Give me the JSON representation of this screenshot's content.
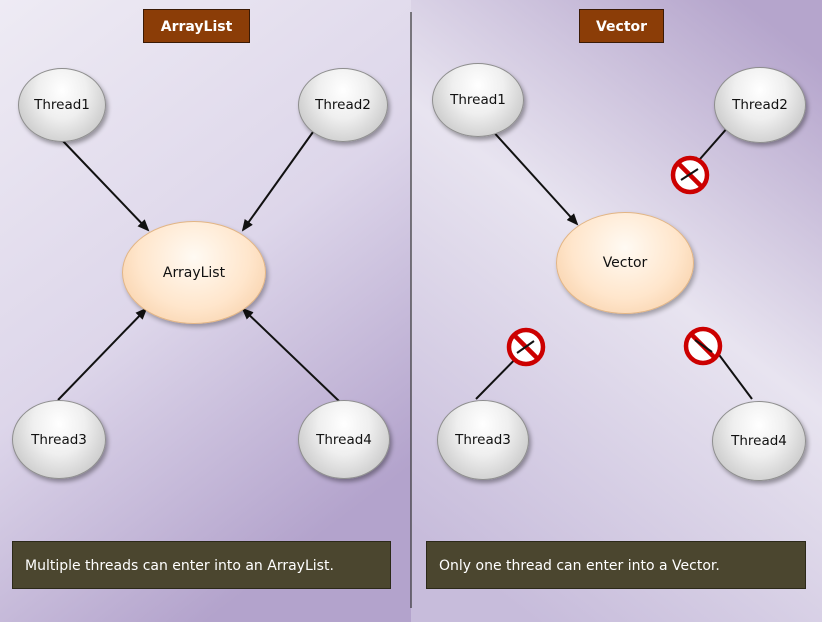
{
  "panels": {
    "left": {
      "title": "ArrayList",
      "center": "ArrayList",
      "threads": [
        "Thread1",
        "Thread2",
        "Thread3",
        "Thread4"
      ],
      "caption": "Multiple threads can enter into an ArrayList."
    },
    "right": {
      "title": "Vector",
      "center": "Vector",
      "threads": [
        "Thread1",
        "Thread2",
        "Thread3",
        "Thread4"
      ],
      "caption": "Only one thread can enter into a Vector.",
      "blocked_threads": [
        "Thread2",
        "Thread3",
        "Thread4"
      ]
    }
  },
  "colors": {
    "title_box": "#8b3d07",
    "caption_box": "#4b462f",
    "thread_node": "#d9d9d9",
    "collection_node": "#ffe6cc",
    "blocked_icon": "#d00000",
    "background_light": "#eeebf4",
    "background_dark": "#b3a3cc"
  },
  "icons": {
    "blocked": "no-entry-icon"
  }
}
